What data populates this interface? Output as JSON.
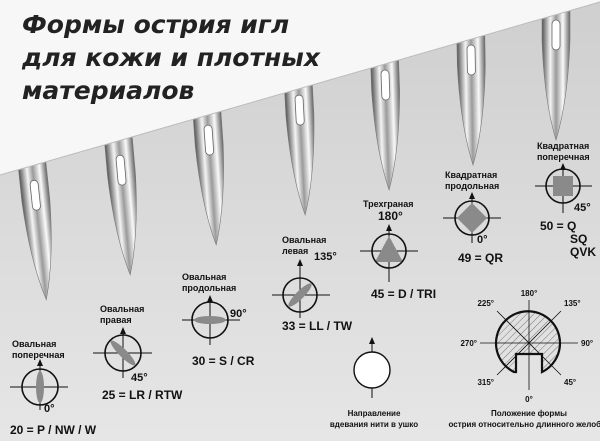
{
  "title": [
    "Формы острия игл",
    "для кожи и плотных",
    "материалов"
  ],
  "shapes": [
    {
      "label": [
        "Овальная",
        "поперечная"
      ],
      "angle": "0°",
      "code": "20 = P / NW / W"
    },
    {
      "label": [
        "Овальная",
        "правая"
      ],
      "angle": "45°",
      "code": "25 = LR / RTW"
    },
    {
      "label": [
        "Овальная",
        "продольная"
      ],
      "angle": "90°",
      "code": "30 = S / CR"
    },
    {
      "label": [
        "Овальная",
        "левая"
      ],
      "angle": "135°",
      "code": "33 = LL / TW"
    },
    {
      "label": [
        "Трехграная"
      ],
      "angle": "180°",
      "code": "45 = D / TRI"
    },
    {
      "label": [
        "Квадратная",
        "продольная"
      ],
      "angle": "0°",
      "code": "49 = QR"
    },
    {
      "label": [
        "Квадратная",
        "поперечная"
      ],
      "angle": "45°",
      "code": [
        "50 = Q",
        "SQ",
        "QVK"
      ]
    }
  ],
  "thread_caption": [
    "Направление",
    "вдевания нити в ушко"
  ],
  "position_caption": [
    "Положение формы",
    "острия относительно длинного желобка"
  ],
  "position_angles": {
    "a180": "180°",
    "a225": "225°",
    "a135": "135°",
    "a270": "270°",
    "a90": "90°",
    "a315": "315°",
    "a45": "45°",
    "a0": "0°"
  },
  "colors": {
    "shape_fill": "#8a8a8a",
    "background": "#dcdcdc"
  }
}
